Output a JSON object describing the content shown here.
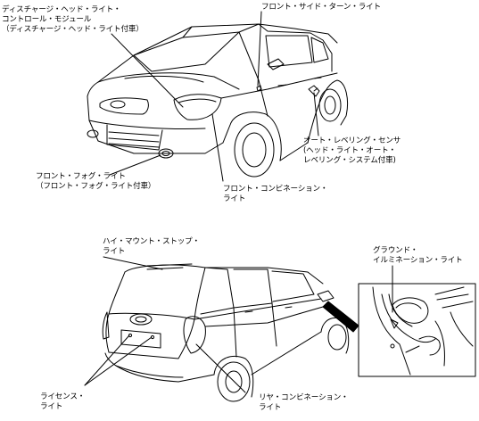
{
  "labels": {
    "discharge": [
      "ディスチャージ・ヘッド・ライト・",
      "コントロール・モジュール",
      "（ディスチャージ・ヘッド・ライト付車）"
    ],
    "front_side_turn": [
      "フロント・サイド・ターン・ライト"
    ],
    "auto_leveling": [
      "オート・レベリング・センサ",
      "(ヘッド・ライト・オート・",
      "レベリング・システム付車)"
    ],
    "front_fog": [
      "フロント・フォグ・ライト",
      "（フロント・フォグ・ライト付車）"
    ],
    "front_combination": [
      "フロント・コンビネーション・",
      "ライト"
    ],
    "high_mount_stop": [
      "ハイ・マウント・ストップ・",
      "ライト"
    ],
    "ground_illumination": [
      "グラウンド・",
      "イルミネーション・ライト"
    ],
    "license": [
      "ライセンス・",
      "ライト"
    ],
    "rear_combination": [
      "リヤ・コンビネーション・",
      "ライト"
    ]
  }
}
